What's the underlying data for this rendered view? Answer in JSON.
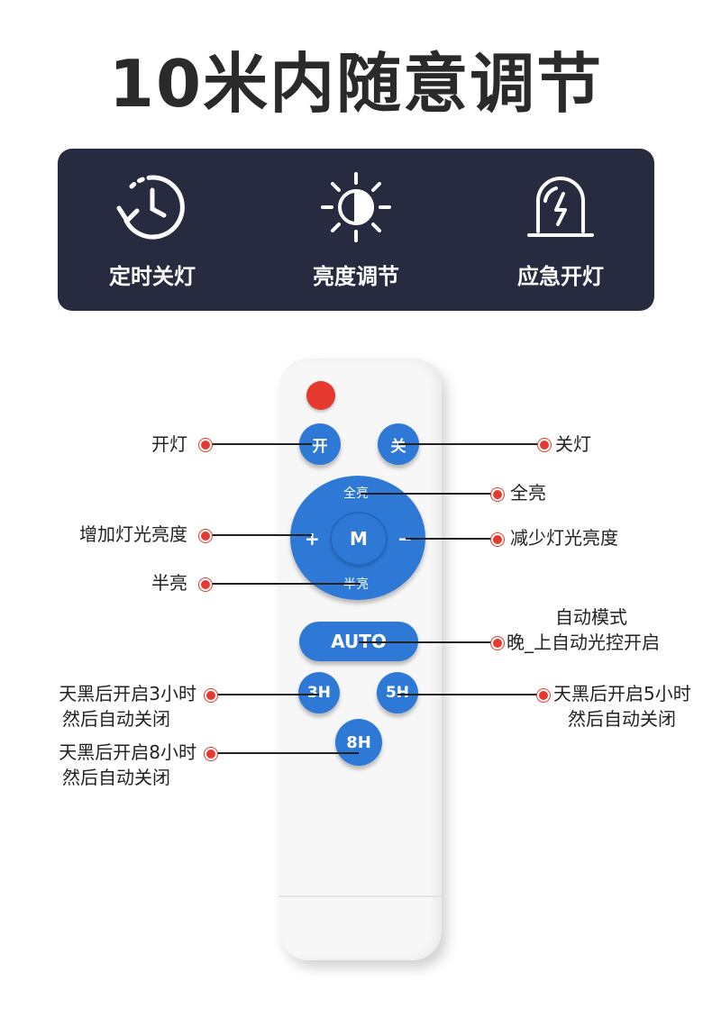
{
  "title": "10米内随意调节",
  "features": [
    {
      "icon": "timer-clock-icon",
      "label": "定时关灯"
    },
    {
      "icon": "brightness-sun-icon",
      "label": "亮度调节"
    },
    {
      "icon": "emergency-light-icon",
      "label": "应急开灯"
    }
  ],
  "remote": {
    "buttons": {
      "on": "开",
      "off": "关",
      "full": "全亮",
      "plus": "+",
      "mode": "M",
      "minus": "−",
      "half": "半亮",
      "auto": "AUTO",
      "h3": "3H",
      "h5": "5H",
      "h8": "8H"
    }
  },
  "callouts": {
    "on": "开灯",
    "off": "关灯",
    "full": "全亮",
    "increase": "增加灯光亮度",
    "decrease": "减少灯光亮度",
    "half": "半亮",
    "auto_line1": "自动模式",
    "auto_line2": "晚_上自动光控开启",
    "h3_line1": "天黑后开启3小时",
    "h3_line2": "然后自动关闭",
    "h5_line1": "天黑后开启5小时",
    "h5_line2": "然后自动关闭",
    "h8_line1": "天黑后开启8小时",
    "h8_line2": "然后自动关闭"
  },
  "colors": {
    "panel": "#262b3f",
    "button": "#2f79d6",
    "indicator": "#e6392f"
  }
}
